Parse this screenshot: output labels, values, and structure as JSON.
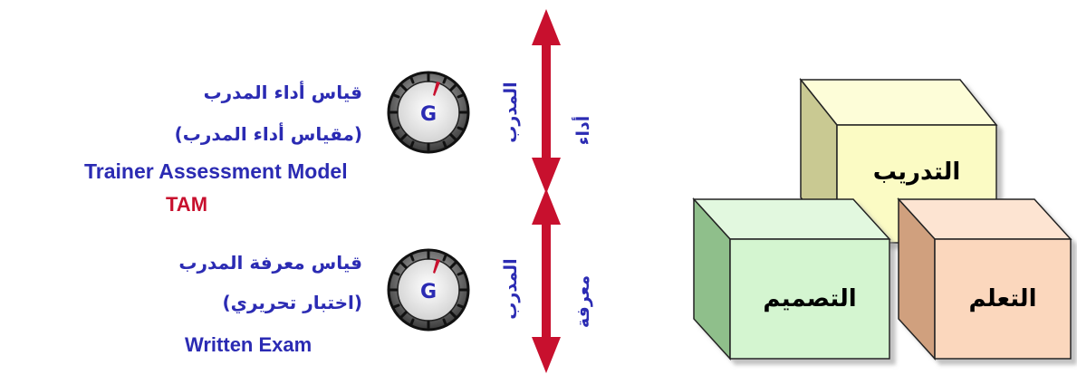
{
  "top": {
    "line1": "قياس أداء المدرب",
    "line2": "(مقياس أداء المدرب)",
    "english": "Trainer Assessment Model",
    "acronym": "TAM",
    "gauge_letter": "G",
    "vertical_trainer": "المدرب",
    "vertical_dimension": "أداء"
  },
  "bottom": {
    "line1": "قياس معرفة المدرب",
    "line2": "(اختبار تحريري)",
    "english": "Written Exam",
    "gauge_letter": "G",
    "vertical_trainer": "المدرب",
    "vertical_dimension": "معرفة"
  },
  "cubes": {
    "top": "التدريب",
    "bottom_left": "التصميم",
    "bottom_right": "التعلم"
  },
  "colors": {
    "text_blue": "#2b2bb3",
    "text_red": "#c8102e",
    "arrow_red": "#c8102e",
    "cube_yellow": "#fbfbc4",
    "cube_green": "#d4f5d0",
    "cube_orange": "#fbd7bd"
  }
}
